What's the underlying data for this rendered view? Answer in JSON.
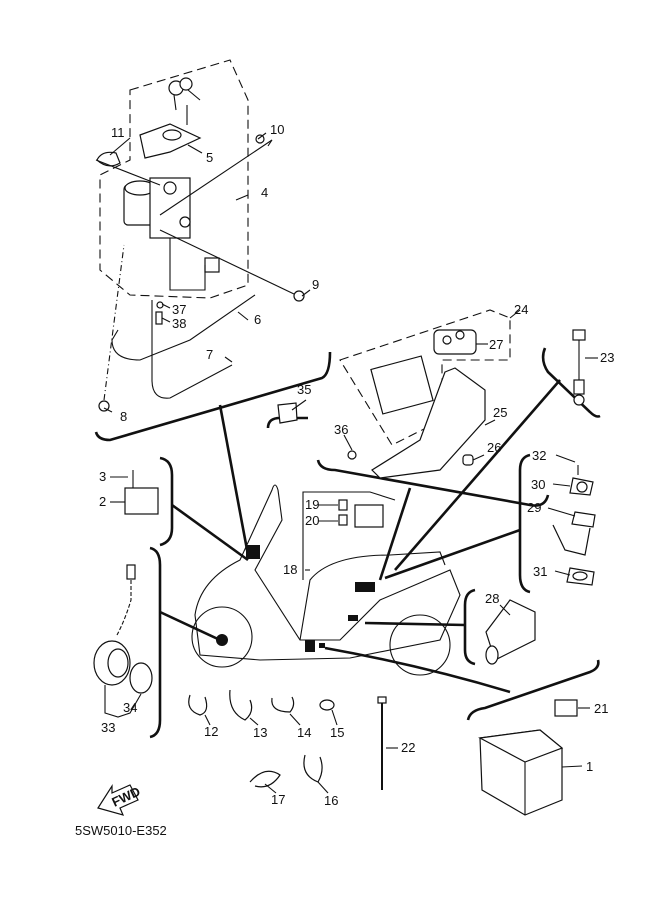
{
  "diagram": {
    "code": "5SW5010-E352",
    "direction_label": "FWD",
    "callouts": [
      {
        "id": "1",
        "label": "1"
      },
      {
        "id": "2",
        "label": "2"
      },
      {
        "id": "3",
        "label": "3"
      },
      {
        "id": "4",
        "label": "4"
      },
      {
        "id": "5",
        "label": "5"
      },
      {
        "id": "6",
        "label": "6"
      },
      {
        "id": "7",
        "label": "7"
      },
      {
        "id": "8",
        "label": "8"
      },
      {
        "id": "9",
        "label": "9"
      },
      {
        "id": "10",
        "label": "10"
      },
      {
        "id": "11",
        "label": "11"
      },
      {
        "id": "12",
        "label": "12"
      },
      {
        "id": "13",
        "label": "13"
      },
      {
        "id": "14",
        "label": "14"
      },
      {
        "id": "15",
        "label": "15"
      },
      {
        "id": "16",
        "label": "16"
      },
      {
        "id": "17",
        "label": "17"
      },
      {
        "id": "18",
        "label": "18"
      },
      {
        "id": "19",
        "label": "19"
      },
      {
        "id": "20",
        "label": "20"
      },
      {
        "id": "21",
        "label": "21"
      },
      {
        "id": "22",
        "label": "22"
      },
      {
        "id": "23",
        "label": "23"
      },
      {
        "id": "24",
        "label": "24"
      },
      {
        "id": "25",
        "label": "25"
      },
      {
        "id": "26",
        "label": "26"
      },
      {
        "id": "27",
        "label": "27"
      },
      {
        "id": "28",
        "label": "28"
      },
      {
        "id": "29",
        "label": "29"
      },
      {
        "id": "30",
        "label": "30"
      },
      {
        "id": "31",
        "label": "31"
      },
      {
        "id": "32",
        "label": "32"
      },
      {
        "id": "33",
        "label": "33"
      },
      {
        "id": "34",
        "label": "34"
      },
      {
        "id": "35",
        "label": "35"
      },
      {
        "id": "36",
        "label": "36"
      },
      {
        "id": "37",
        "label": "37"
      },
      {
        "id": "38",
        "label": "38"
      }
    ]
  }
}
